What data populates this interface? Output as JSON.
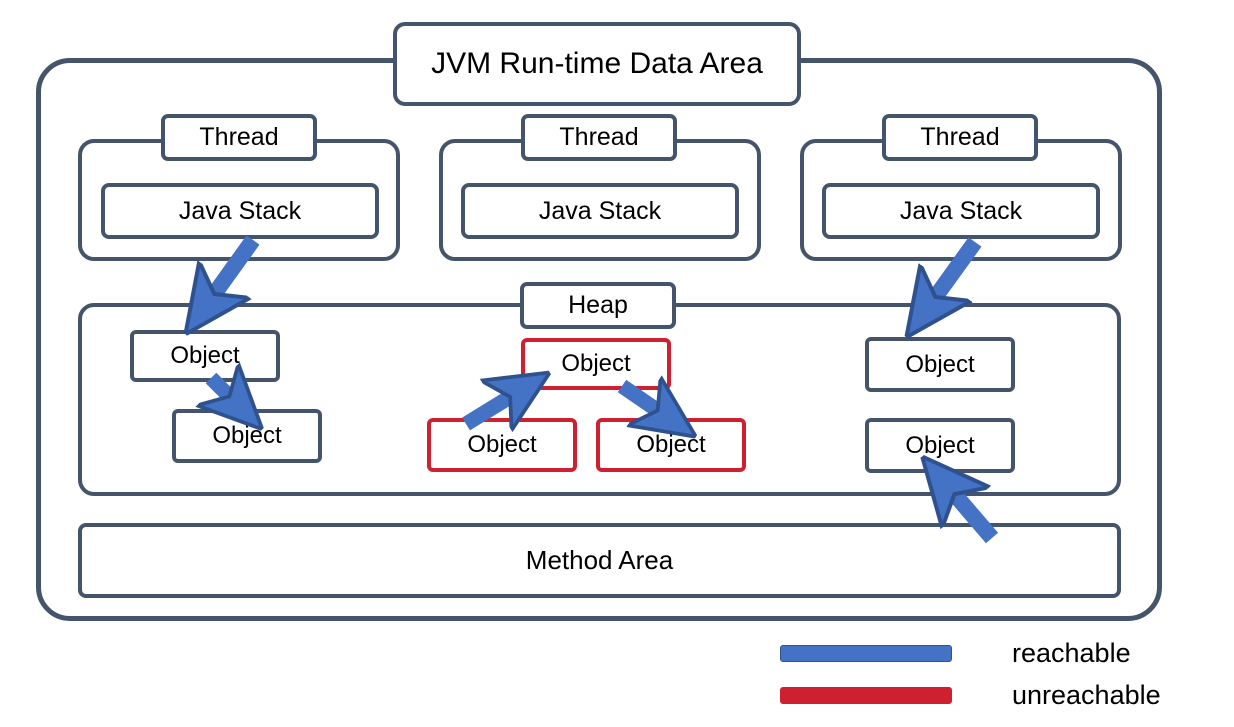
{
  "title": "JVM Run-time Data Area",
  "colors": {
    "frame": "#44546A",
    "reachable": "#4472C4",
    "unreachable": "#CE2030",
    "background": "#FFFFFF",
    "text": "#000000"
  },
  "threads": [
    {
      "label": "Thread",
      "stack": "Java Stack"
    },
    {
      "label": "Thread",
      "stack": "Java Stack"
    },
    {
      "label": "Thread",
      "stack": "Java Stack"
    }
  ],
  "heap": {
    "label": "Heap",
    "objects": [
      {
        "id": "obj-left-1",
        "label": "Object",
        "state": "reachable"
      },
      {
        "id": "obj-left-2",
        "label": "Object",
        "state": "reachable"
      },
      {
        "id": "obj-mid-top",
        "label": "Object",
        "state": "unreachable"
      },
      {
        "id": "obj-mid-bl",
        "label": "Object",
        "state": "unreachable"
      },
      {
        "id": "obj-mid-br",
        "label": "Object",
        "state": "unreachable"
      },
      {
        "id": "obj-right-1",
        "label": "Object",
        "state": "reachable"
      },
      {
        "id": "obj-right-2",
        "label": "Object",
        "state": "reachable"
      }
    ]
  },
  "method_area": {
    "label": "Method Area"
  },
  "arrows": [
    {
      "from": "java-stack-1",
      "to": "obj-left-1",
      "kind": "reachable"
    },
    {
      "from": "obj-left-1",
      "to": "obj-left-2",
      "kind": "reachable"
    },
    {
      "from": "java-stack-3",
      "to": "obj-right-1",
      "kind": "reachable"
    },
    {
      "from": "method-area",
      "to": "obj-right-2",
      "kind": "reachable"
    },
    {
      "from": "obj-mid-bl",
      "to": "obj-mid-top",
      "kind": "reachable"
    },
    {
      "from": "obj-mid-top",
      "to": "obj-mid-br",
      "kind": "reachable"
    }
  ],
  "legend": {
    "items": [
      {
        "label": "reachable",
        "color": "#4472C4"
      },
      {
        "label": "unreachable",
        "color": "#CE2030"
      }
    ]
  }
}
